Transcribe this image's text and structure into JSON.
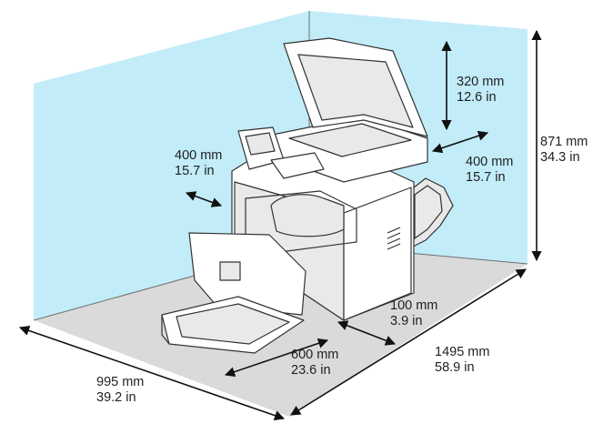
{
  "colors": {
    "wall": "#c2ecf8",
    "floor": "#dadada",
    "edge": "#6f6f6f",
    "arrow": "#111111",
    "printer_line": "#333333",
    "printer_fill": "#ffffff",
    "printer_shade": "#e9e9e9"
  },
  "dimensions": {
    "lid_clearance": {
      "mm": "320 mm",
      "in": "12.6 in"
    },
    "total_height": {
      "mm": "871 mm",
      "in": "34.3 in"
    },
    "left_clearance": {
      "mm": "400 mm",
      "in": "15.7 in"
    },
    "right_clearance": {
      "mm": "400 mm",
      "in": "15.7 in"
    },
    "rear_clearance": {
      "mm": "100 mm",
      "in": "3.9 in"
    },
    "front_clearance": {
      "mm": "600 mm",
      "in": "23.6 in"
    },
    "total_depth": {
      "mm": "1495 mm",
      "in": "58.9 in"
    },
    "total_width": {
      "mm": "995 mm",
      "in": "39.2 in"
    }
  }
}
